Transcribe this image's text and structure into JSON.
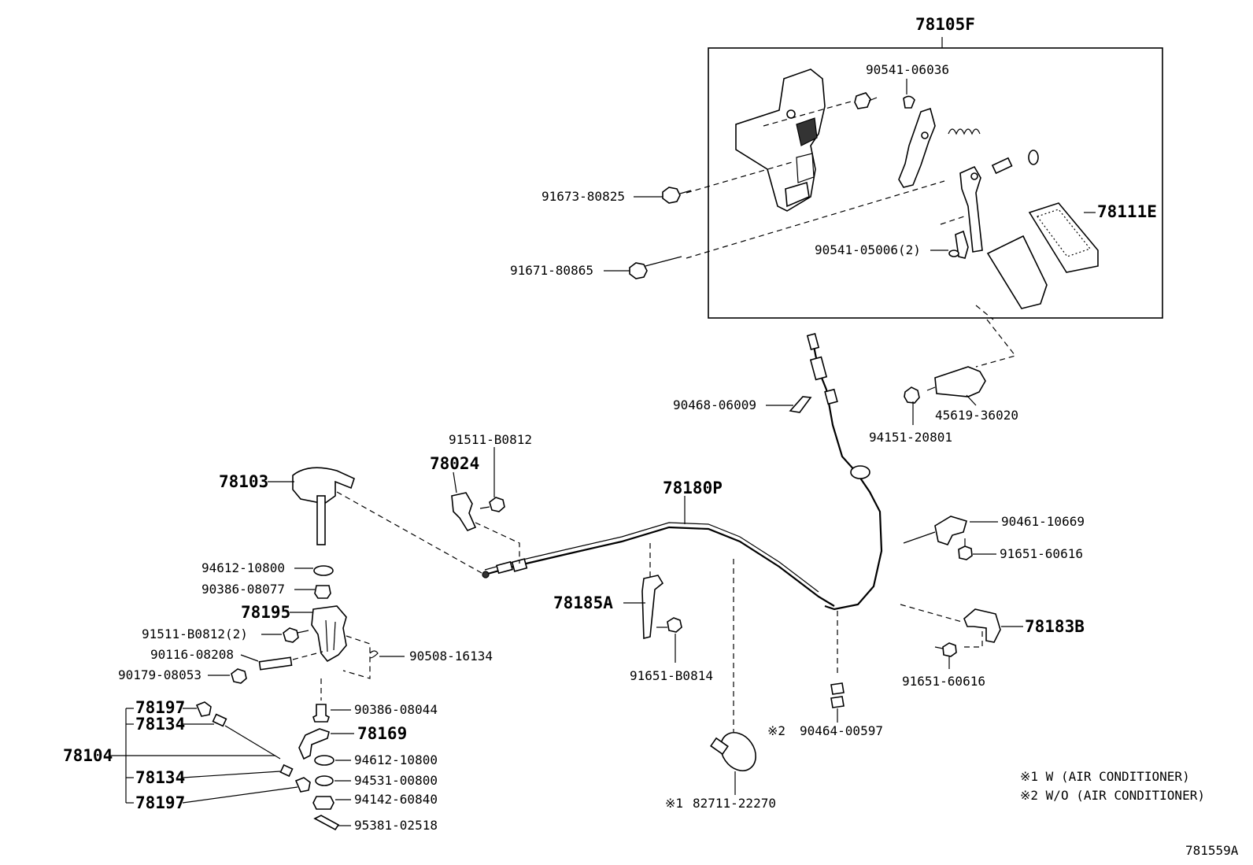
{
  "diagram_code": "781559A",
  "notes": [
    "※1 W (AIR CONDITIONER)",
    "※2 W/O (AIR CONDITIONER)"
  ],
  "assembly_labels": {
    "pedal_assy": "78105F",
    "pedal_pad": "78111E",
    "main_cable": "78180P",
    "bracket_a": "78185A",
    "bracket_b": "78183B",
    "lever_cover": "78103",
    "lever_small": "78024",
    "lever_bracket": "78195",
    "link_rod": "78169",
    "rod_assy": "78104",
    "rod_end_1": "78197",
    "rod_1": "78134",
    "rod_2": "78134",
    "rod_end_2": "78197"
  },
  "part_labels": {
    "p90541_06036": "90541-06036",
    "p91673_80825": "91673-80825",
    "p91671_80865": "91671-80865",
    "p90541_05006": "90541-05006(2)",
    "p90468_06009": "90468-06009",
    "p45619_36020": "45619-36020",
    "p94151_20801": "94151-20801",
    "p91511_B0812_top": "91511-B0812",
    "p90461_10669": "90461-10669",
    "p91651_60616_a": "91651-60616",
    "p91651_60616_b": "91651-60616",
    "p94612_10800_a": "94612-10800",
    "p90386_08077": "90386-08077",
    "p91511_B0812_2": "91511-B0812(2)",
    "p90116_08208": "90116-08208",
    "p90179_08053": "90179-08053",
    "p90508_16134": "90508-16134",
    "p91651_B0814": "91651-B0814",
    "p90386_08044": "90386-08044",
    "p94612_10800_b": "94612-10800",
    "p94531_00800": "94531-00800",
    "p94142_60840": "94142-60840",
    "p95381_02518": "95381-02518",
    "p90464_00597": "90464-00597",
    "p82711_22270": "82711-22270",
    "mark_2": "※2",
    "mark_1": "※1"
  }
}
